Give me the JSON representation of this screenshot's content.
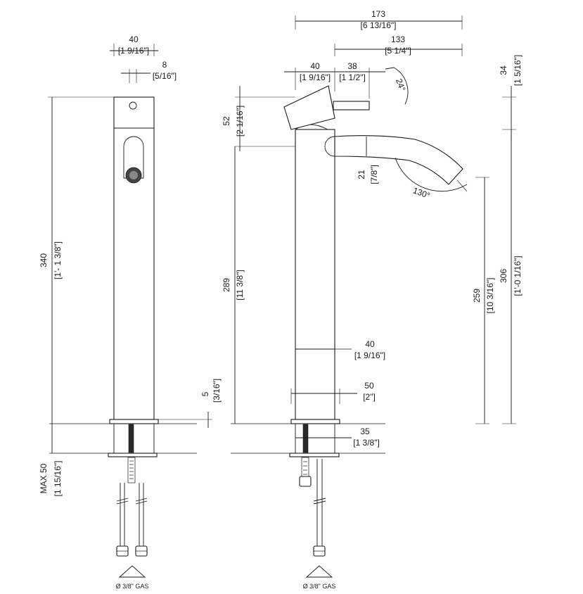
{
  "dimensions": {
    "front_width": {
      "value": "40",
      "imperial": "[1 9/16\"]"
    },
    "front_hole": {
      "value": "8",
      "imperial": "[5/16\"]"
    },
    "front_height": {
      "value": "340",
      "imperial": "[1'- 1 3/8\"]"
    },
    "front_deck": {
      "value": "MAX 50",
      "imperial": "[1 15/16\"]"
    },
    "base_thickness": {
      "value": "5",
      "imperial": "[3/16\"]"
    },
    "overall_width": {
      "value": "173",
      "imperial": "[6 13/16\"]"
    },
    "spout_reach": {
      "value": "133",
      "imperial": "[5 1/4\"]"
    },
    "side_body_width": {
      "value": "40",
      "imperial": "[1 9/16\"]"
    },
    "handle_length": {
      "value": "38",
      "imperial": "[1 1/2\"]"
    },
    "handle_angle": {
      "value": "24°"
    },
    "handle_top": {
      "value": "34",
      "imperial": "[1 5/16\"]"
    },
    "top_section": {
      "value": "52",
      "imperial": "[2 1/16\"]"
    },
    "spout_diameter": {
      "value": "21",
      "imperial": "[7/8\"]"
    },
    "spout_angle": {
      "value": "130°"
    },
    "body_height": {
      "value": "289",
      "imperial": "[11 3/8\"]"
    },
    "spout_height": {
      "value": "259",
      "imperial": "[10 3/16\"]"
    },
    "total_height": {
      "value": "306",
      "imperial": "[1'-0 1/16\"]"
    },
    "body_width": {
      "value": "40",
      "imperial": "[1 9/16\"]"
    },
    "base_width": {
      "value": "50",
      "imperial": "[2\"]"
    },
    "hole_diameter": {
      "value": "35",
      "imperial": "[1 3/8\"]"
    }
  },
  "connections": {
    "left": "Ø  3/8\" GAS",
    "right": "Ø  3/8\" GAS"
  }
}
